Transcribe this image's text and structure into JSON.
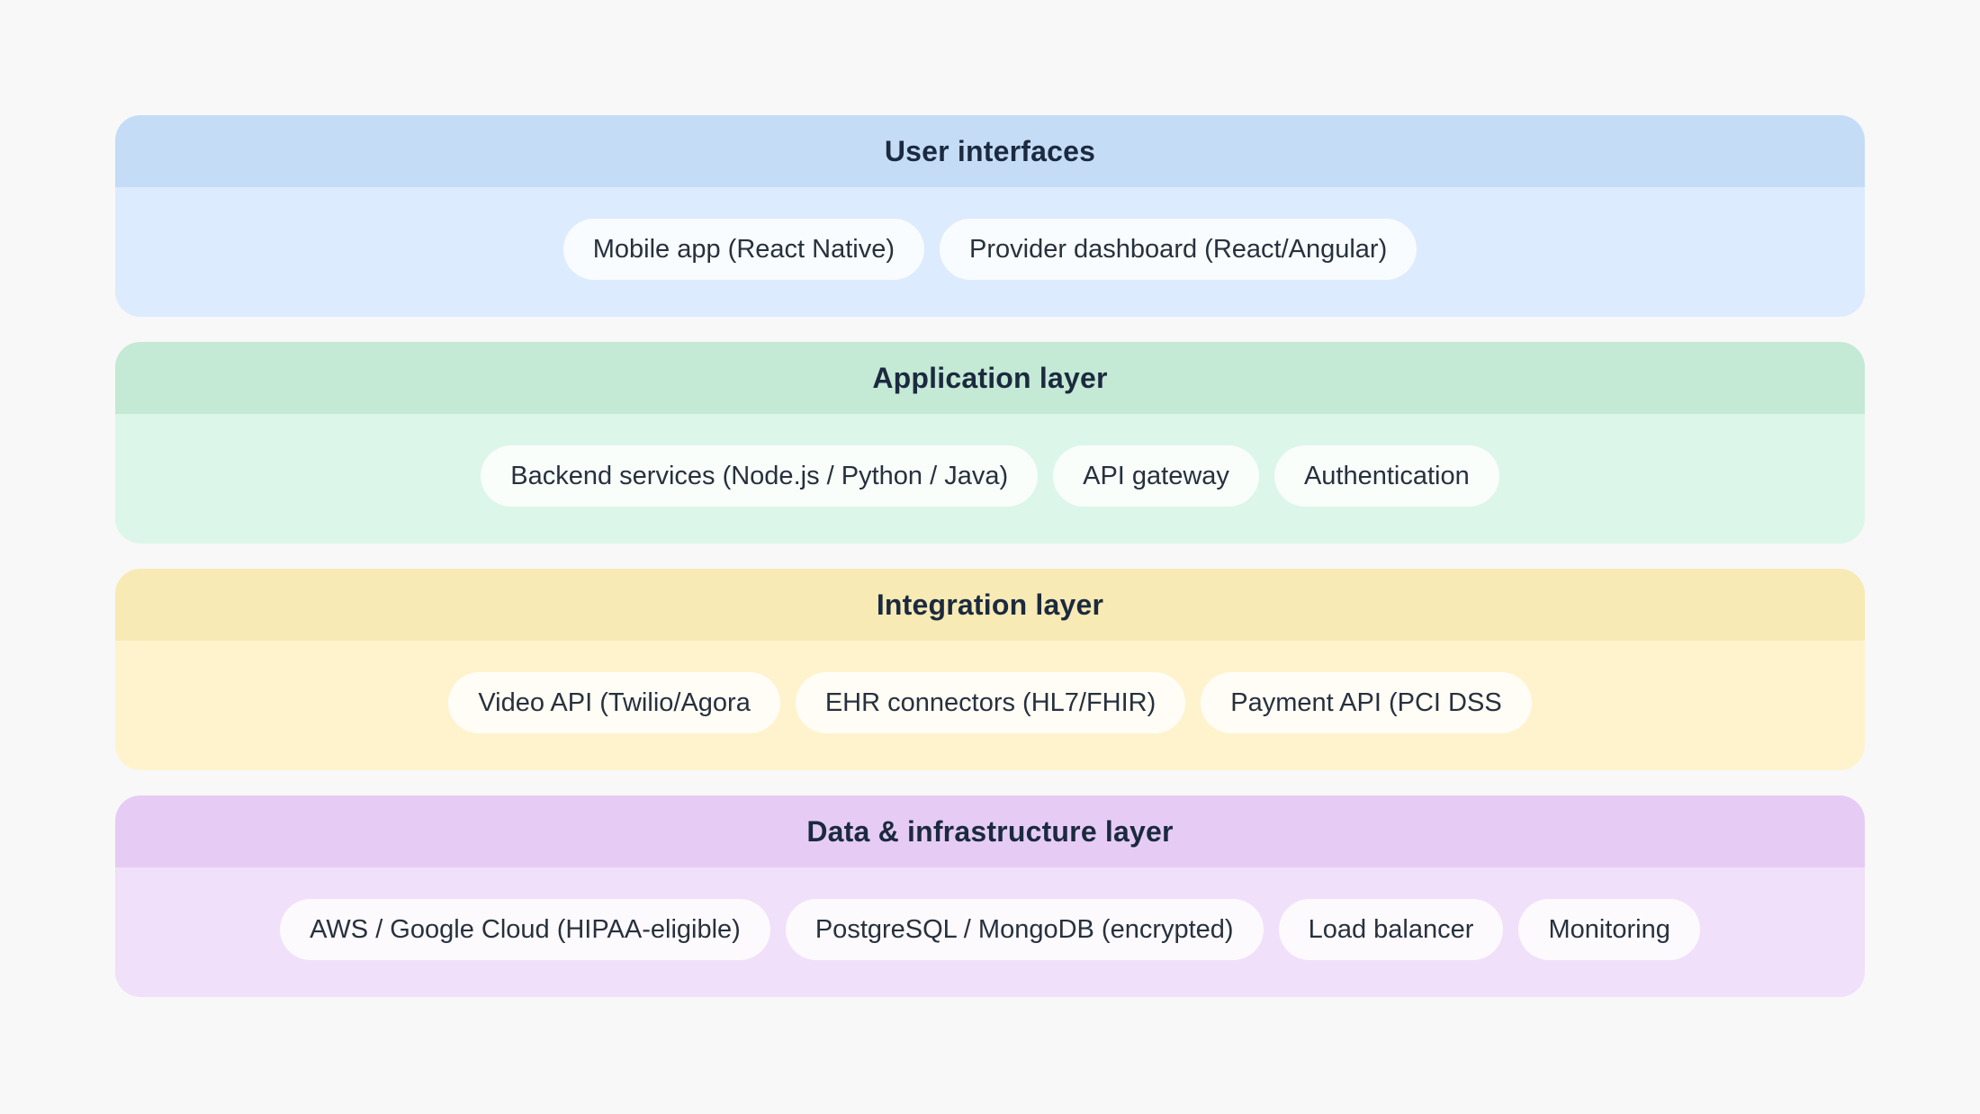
{
  "layers": [
    {
      "title": "User interfaces",
      "header_color": "#c5dcf7",
      "body_color": "#dcebfd",
      "items": [
        "Mobile app (React Native)",
        "Provider dashboard (React/Angular)"
      ]
    },
    {
      "title": "Application layer",
      "header_color": "#c4e9d5",
      "body_color": "#dcf6ea",
      "items": [
        "Backend services (Node.js / Python / Java)",
        "API gateway",
        "Authentication"
      ]
    },
    {
      "title": "Integration layer",
      "header_color": "#f8eab4",
      "body_color": "#fef3cd",
      "items": [
        "Video API (Twilio/Agora",
        "EHR connectors (HL7/FHIR)",
        "Payment API (PCI DSS"
      ]
    },
    {
      "title": "Data & infrastructure layer",
      "header_color": "#e6ccf5",
      "body_color": "#f0e0fa",
      "items": [
        "AWS / Google Cloud (HIPAA-eligible)",
        "PostgreSQL / MongoDB (encrypted)",
        "Load balancer",
        "Monitoring"
      ]
    }
  ]
}
